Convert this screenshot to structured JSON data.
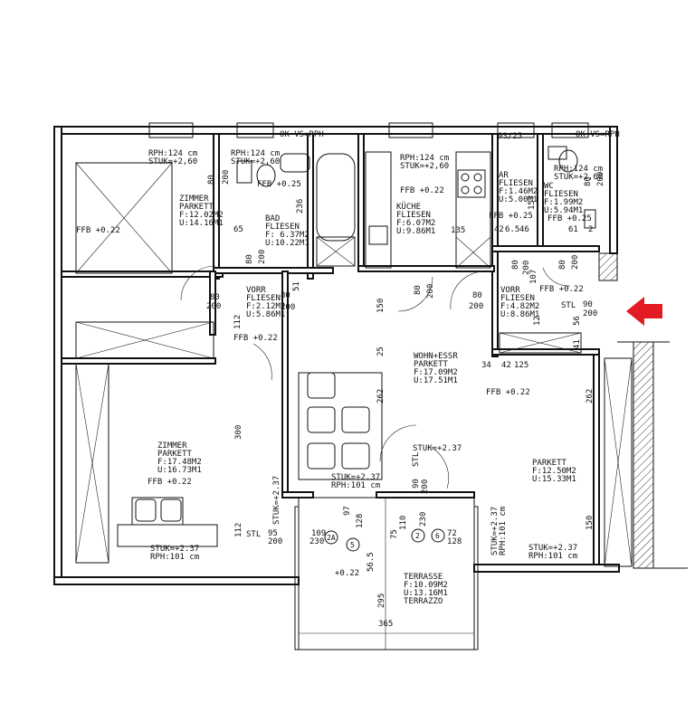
{
  "rooms": {
    "zimmer1": {
      "name": "ZIMMER",
      "floor": "PARKETT",
      "area": "F:12.02M2",
      "perimeter": "U:14.16M1",
      "level": "FFB +0.22"
    },
    "bad": {
      "name": "BAD",
      "floor": "FLIESEN",
      "area": "F: 6.37M2",
      "perimeter": "U:10.22M1",
      "level": "FFB +0.25"
    },
    "kueche": {
      "name": "KÜCHE",
      "floor": "FLIESEN",
      "area": "F:6.07M2",
      "perimeter": "U:9.86M1",
      "level": "FFB +0.22"
    },
    "ar": {
      "name": "AR",
      "floor": "FLIESEN",
      "area": "F:1.46M2",
      "perimeter": "U:5.00M1",
      "level": "FFB +0.25"
    },
    "wc": {
      "name": "WC",
      "floor": "FLIESEN",
      "area": "F:1.99M2",
      "perimeter": "U:5.94M1",
      "level": "FFB +0.25"
    },
    "vorr1": {
      "name": "VORR",
      "floor": "FLIESEN",
      "area": "F:2.12M2",
      "perimeter": "U:5.86M1",
      "level": "FFB +0.22"
    },
    "vorr2": {
      "name": "VORR",
      "floor": "FLIESEN",
      "area": "F:4.82M2",
      "perimeter": "U:8.86M1",
      "level": "FFB +0.22"
    },
    "wohn": {
      "name": "WOHN+ESSR",
      "floor": "PARKETT",
      "area": "F:17.09M2",
      "perimeter": "U:17.51M1",
      "level": "FFB +0.22"
    },
    "zimmer2": {
      "name": "ZIMMER",
      "floor": "PARKETT",
      "area": "F:17.48M2",
      "perimeter": "U:16.73M1",
      "level": "FFB +0.22"
    },
    "parkett": {
      "name": "PARKETT",
      "area": "F:12.50M2",
      "perimeter": "U:15.33M1"
    },
    "terrasse": {
      "name": "TERRASSE",
      "area": "F:10.09M2",
      "perimeter": "U:13.16M1",
      "floor": "TERRAZZO",
      "level": "+0.22"
    }
  },
  "notes": {
    "ok_vs_rph_1": "OK VS=RPH",
    "ok_vs_rph_2": "OK VS=RPH",
    "rph_top1": "RPH:124 cm",
    "stuk_top1": "STUK=+2,60",
    "rph_top2": "RPH:124 cm",
    "stuk_top2": "STUK=+2,60",
    "rph_top3": "RPH:124 cm",
    "stuk_top3": "STUK=+2,60",
    "rph_top4": "RPH:124 cm",
    "stuk_top4": "STUK=+2,60",
    "stuk_bot1": "STUK=+2.37",
    "rph_bot1": "RPH:101 cm",
    "stuk_bot2": "STUK=+2.37",
    "rph_bot2": "RPH:101 cm",
    "stuk_bot3": "STUK=+2.37",
    "rph_bot3": "RPH:101 cm",
    "stuk_mid": "STUK=+2.37",
    "stuk_vert1": "STUK=+2.37",
    "stuk_vert2": "STUK=+2.37",
    "rph_vert2": "RPH:101 cm",
    "stl1": "STL",
    "stl2": "STL",
    "stl3": "STL",
    "top_93_25": "93/25"
  },
  "dims": {
    "d65": "65",
    "d236": "236",
    "d80a": "80",
    "d200a": "200",
    "d80b": "80",
    "d200b": "200",
    "d80c": "80",
    "d200c": "200",
    "d51": "51",
    "d112": "112",
    "d150a": "150",
    "d25": "25",
    "d262a": "262",
    "d80d": "80",
    "d200d": "200",
    "d135": "135",
    "d80e": "80",
    "d200e": "200",
    "d80f": "80",
    "d200f": "200",
    "d80g": "80",
    "d200g": "200",
    "d90": "90",
    "d200h": "200",
    "d56": "56",
    "d12": "12",
    "d34": "34",
    "d42": "42",
    "d125": "125",
    "d262b": "262",
    "d150b": "150",
    "d300": "300",
    "d112b": "112",
    "d95": "95",
    "d200i": "200",
    "d109": "109",
    "d230": "230",
    "d97": "97",
    "d128a": "128",
    "d75": "75",
    "d110": "110",
    "d230b": "230",
    "d72": "72",
    "d128b": "128",
    "d90b": "90",
    "d200j": "200",
    "d56_5": "56.5",
    "d295": "295",
    "d365": "365",
    "d42b": "42",
    "d6_5": "6.5",
    "d46": "46",
    "d157": "157",
    "d61": "61",
    "d2": "2",
    "d80h": "80",
    "d200k": "200",
    "d80i": "80",
    "d200l": "200",
    "d107": "107",
    "d41": "41"
  },
  "markers": {
    "m2A": "2A",
    "m5": "5",
    "m2": "2",
    "m6": "6"
  },
  "colors": {
    "arrow": "#e31b23",
    "line": "#111111"
  }
}
